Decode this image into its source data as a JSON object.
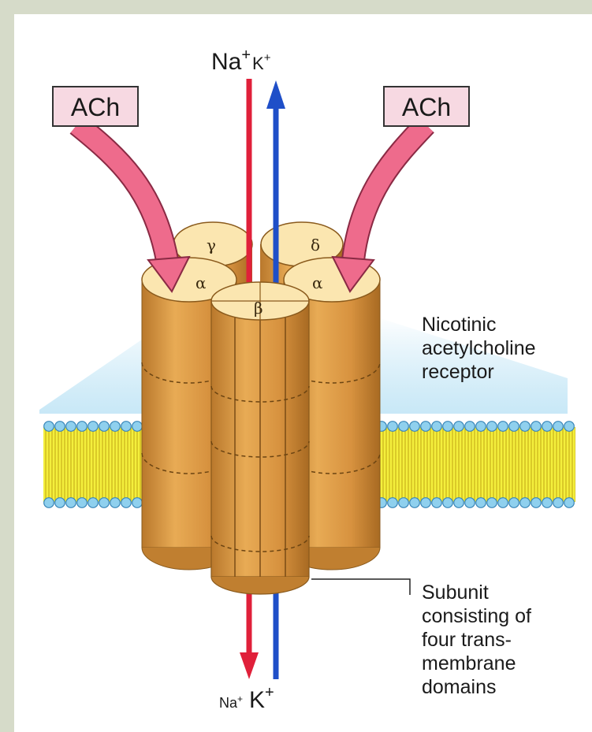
{
  "ions_top": {
    "na": "Na",
    "na_sup": "+",
    "k": "K",
    "k_sup": "+"
  },
  "ions_bottom": {
    "na": "Na",
    "na_sup": "+",
    "k": "K",
    "k_sup": "+"
  },
  "ach_left": "ACh",
  "ach_right": "ACh",
  "subunits": {
    "gamma": "γ",
    "delta": "δ",
    "alpha_left": "α",
    "alpha_right": "α",
    "beta": "β"
  },
  "receptor_label": [
    "Nicotinic",
    "acetylcholine",
    "receptor"
  ],
  "subunit_label": [
    "Subunit",
    "consisting of",
    "four trans-",
    "membrane",
    "domains"
  ],
  "colors": {
    "na_arrow": "#e0203a",
    "k_arrow": "#1f4fc8",
    "ach_box": "#f7d9e2",
    "ach_arrow": "#ee6b8c",
    "cylinder": "#d99a45",
    "cylinder_top": "#fbe6b0",
    "lipid_head": "#8fd0ee",
    "lipid_tail": "#f4ef3c"
  }
}
